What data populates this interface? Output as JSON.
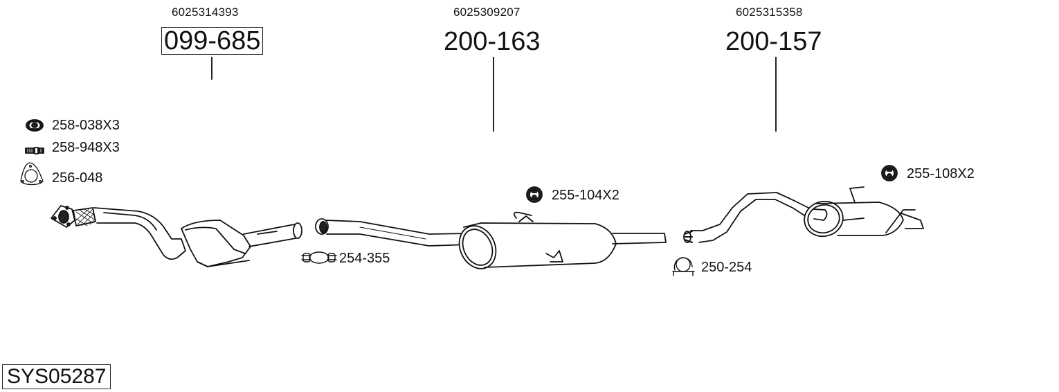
{
  "diagram": {
    "system_number": "SYS05287",
    "main_parts": [
      {
        "oe_number": "6025314393",
        "part_number": "099-685",
        "boxed": true,
        "type": "catalytic-converter"
      },
      {
        "oe_number": "6025309207",
        "part_number": "200-163",
        "boxed": false,
        "type": "middle-silencer"
      },
      {
        "oe_number": "6025315358",
        "part_number": "200-157",
        "boxed": false,
        "type": "rear-silencer"
      }
    ],
    "accessories": [
      {
        "part_number": "258-038X3",
        "icon": "nut-icon"
      },
      {
        "part_number": "258-948X3",
        "icon": "stud-bolt-icon"
      },
      {
        "part_number": "256-048",
        "icon": "gasket-icon"
      },
      {
        "part_number": "254-355",
        "icon": "clamp-icon"
      },
      {
        "part_number": "255-104X2",
        "icon": "rubber-mount-icon"
      },
      {
        "part_number": "250-254",
        "icon": "u-clamp-icon"
      },
      {
        "part_number": "255-108X2",
        "icon": "rubber-mount-icon"
      }
    ]
  }
}
